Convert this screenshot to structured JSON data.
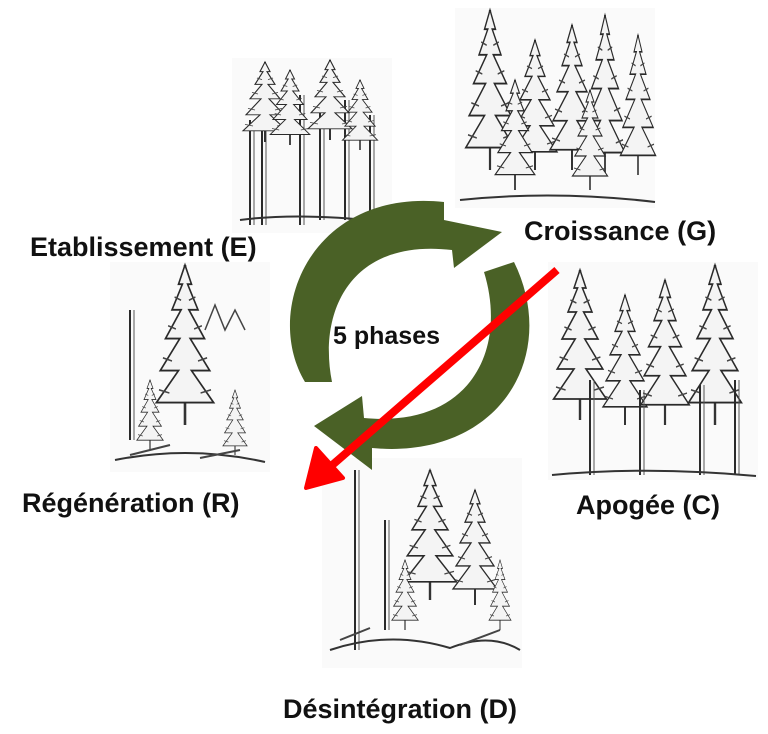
{
  "diagram": {
    "center_label": "5 phases",
    "phases": {
      "establishment": "Etablissement (E)",
      "growth": "Croissance (G)",
      "climax": "Apogée (C)",
      "disintegration": "Désintégration (D)",
      "regeneration": "Régénération (R)"
    },
    "colors": {
      "cycle_arrow": "#4a6126",
      "shortcut_arrow": "#ff0000",
      "ink": "#2a2a2a"
    }
  }
}
